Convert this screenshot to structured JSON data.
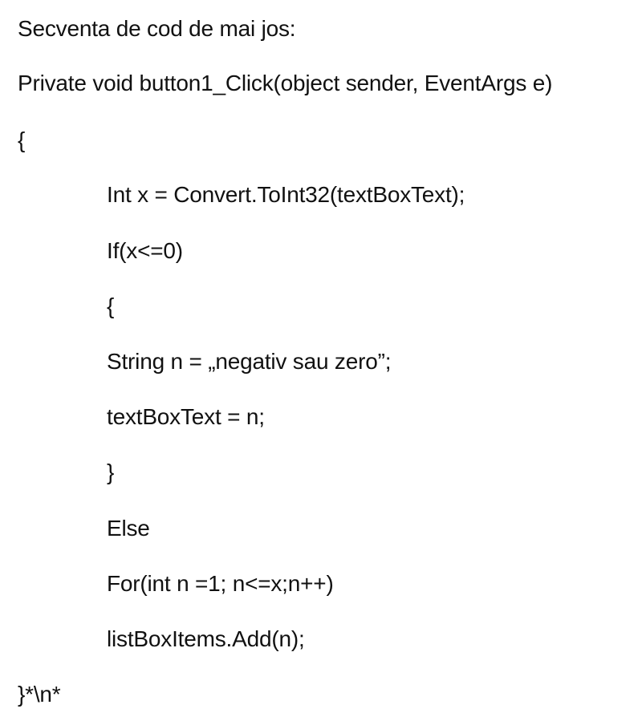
{
  "document": {
    "heading": "Secventa de cod de mai jos:",
    "code_lines": [
      "Private void button1_Click(object sender, EventArgs e)",
      "{",
      "Int x = Convert.ToInt32(textBoxText);",
      "If(x<=0)",
      "{",
      "String n = „negativ sau zero”;",
      "textBoxText = n;",
      "}",
      "Else",
      "For(int n =1; n<=x;n++)",
      "listBoxItems.Add(n);",
      "}*\\n*"
    ]
  }
}
